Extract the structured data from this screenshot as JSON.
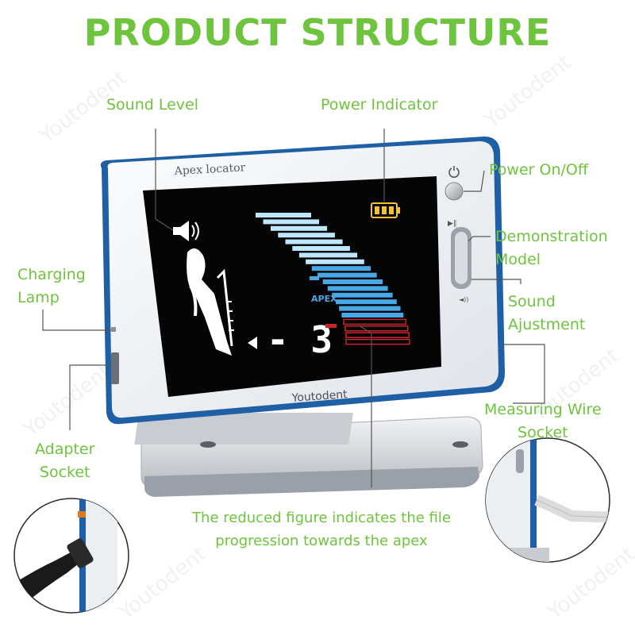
{
  "title": "PRODUCT STRUCTURE",
  "labels": {
    "sound_level": "Sound Level",
    "power_indicator": "Power Indicator",
    "power_onoff": "Power On/Off",
    "demonstration_line1": "Demonstration",
    "demonstration_line2": "Model",
    "charging_line1": "Charging",
    "charging_line2": "Lamp",
    "sound_adj_line1": "Sound",
    "sound_adj_line2": "Ajustment",
    "measuring_line1": "Measuring Wire",
    "measuring_line2": "Socket",
    "adapter_line1": "Adapter",
    "adapter_line2": "Socket"
  },
  "caption": {
    "line1": "The reduced figure indicates the file",
    "line2": "progression towards the apex"
  },
  "device": {
    "model_text": "Apex locator",
    "brand": "Youtodent",
    "apex_text": "APEX",
    "reading": "- 3",
    "play_pause_glyph": "▶∥",
    "volume_glyph": "◄))"
  },
  "colors": {
    "accent_green": "#6ec43c",
    "screen_bg": "#050505",
    "bar_light": "#bfe7ff",
    "bar_mid": "#4aa7e6",
    "bar_red": "#c8252a",
    "device_body": "#eef1f4",
    "device_rim": "#1f5fa6"
  },
  "watermark": "Youtodent"
}
